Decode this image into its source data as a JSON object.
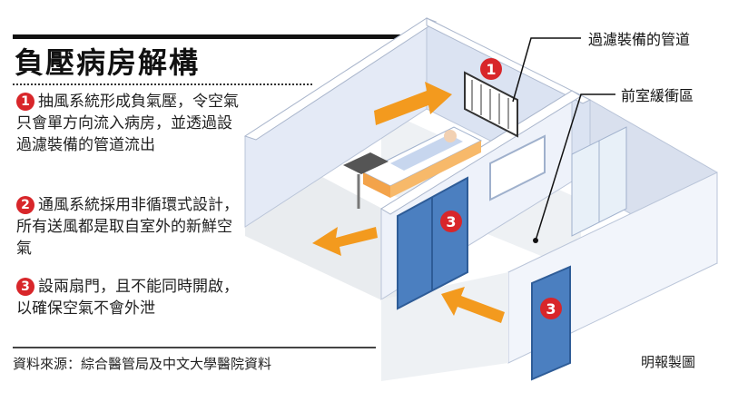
{
  "title": "負壓病房解構",
  "notes": [
    {
      "num": "1",
      "text": "抽風系統形成負氣壓，令空氣只會單方向流入病房，並透過設過濾裝備的管道流出"
    },
    {
      "num": "2",
      "text": "通風系統採用非循環式設計，所有送風都是取自室外的新鮮空氣"
    },
    {
      "num": "3",
      "text": "設兩扇門，且不能同時開啟，以確保空氣不會外泄"
    }
  ],
  "callouts": {
    "filter_duct": "過濾裝備的管道",
    "anteroom": "前室緩衝區"
  },
  "markers": {
    "vent": "1",
    "door_inner": "3",
    "door_outer": "3"
  },
  "source": "資料來源：綜合醫管局及中文大學醫院資料",
  "credit": "明報製圖",
  "colors": {
    "accent_red": "#d8262a",
    "arrow_orange": "#f39a1e",
    "wall_light": "#e4eaf6",
    "floor": "#e9ecef",
    "door_blue": "#4b7fc0"
  }
}
